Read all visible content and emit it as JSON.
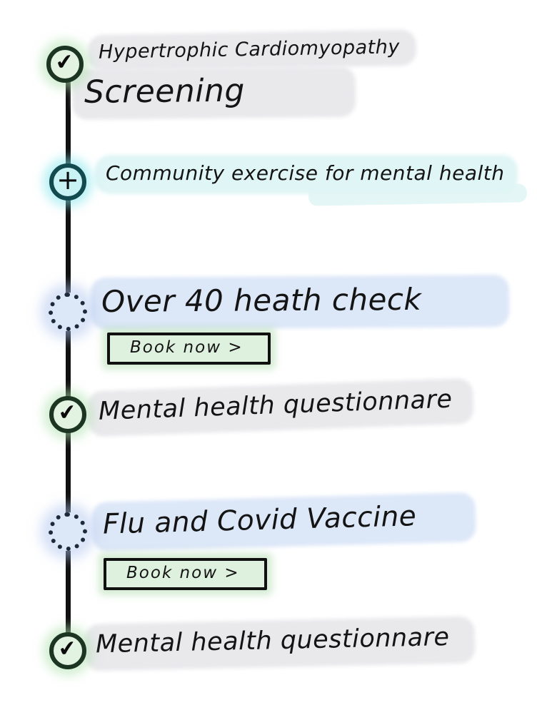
{
  "page": {
    "background": "#ffffff"
  },
  "icons": {
    "check": "✔",
    "plus": "+"
  },
  "colors": {
    "spine": "#101010",
    "completed_fill": "#e3f3e2",
    "completed_border": "#1c3522",
    "added_fill": "#c8f2f4",
    "added_border": "#124a50",
    "pending_fill": "#dce7f8",
    "pending_dots": "#1c2a3a",
    "button_fill": "#def0de",
    "highlight_gray": "#e9e9ec",
    "highlight_cyan": "#e0f5f5",
    "highlight_blue": "#dce7f8",
    "ink": "#141414"
  },
  "timeline": {
    "items": [
      {
        "state": "completed",
        "icon": "check-icon",
        "line1": "Hypertrophic Cardiomyopathy",
        "line2": "Screening"
      },
      {
        "state": "added",
        "icon": "plus-icon",
        "label": "Community exercise for mental health"
      },
      {
        "state": "pending",
        "icon": "dotted-circle-icon",
        "label": "Over 40 heath check",
        "button_label": "Book now >"
      },
      {
        "state": "completed",
        "icon": "check-icon",
        "label": "Mental health questionnare"
      },
      {
        "state": "pending",
        "icon": "dotted-circle-icon",
        "label": "Flu and Covid Vaccine",
        "button_label": "Book now >"
      },
      {
        "state": "completed",
        "icon": "check-icon",
        "label": "Mental health questionnare"
      }
    ]
  }
}
